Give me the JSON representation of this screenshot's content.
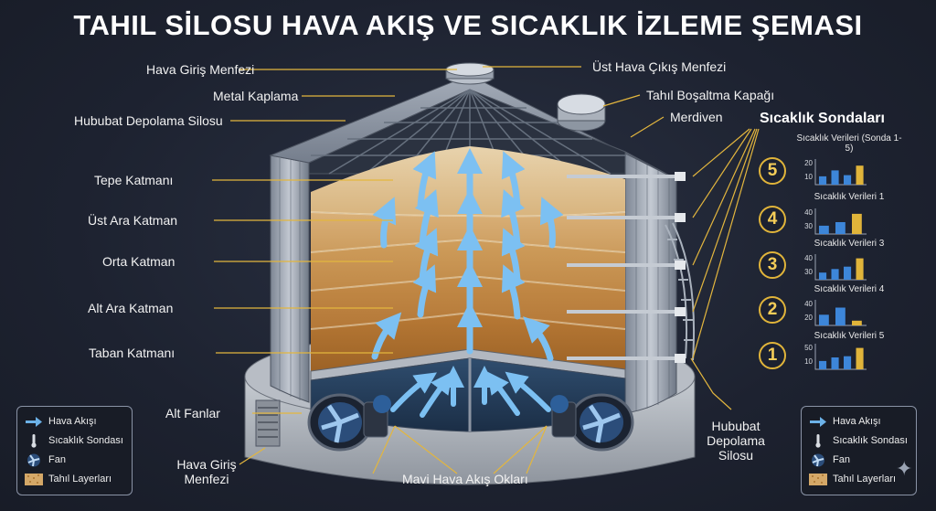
{
  "title": "TAHIL SİLOSU HAVA AKIŞ VE SICAKLIK İZLEME ŞEMASI",
  "labels": {
    "left": [
      "Hava Giriş Menfezi",
      "Metal Kaplama",
      "Hububat Depolama Silosu",
      "Tepe Katmanı",
      "Üst Ara Katman",
      "Orta Katman",
      "Alt Ara Katman",
      "Taban Katmanı",
      "Alt Fanlar"
    ],
    "right": [
      "Üst Hava Çıkış Menfezi",
      "Tahıl Boşaltma Kapağı",
      "Merdiven"
    ],
    "bottom_left": "Hava Giriş Menfezi",
    "bottom_center": "Mavi Hava Akış Okları",
    "bottom_right": "Hububat Depolama Silosu"
  },
  "probes": {
    "title": "Sıcaklık Sondaları",
    "items": [
      {
        "number": "5",
        "label": "Sıcaklık Verileri (Sonda 1-5)",
        "ticks": [
          "20",
          "10"
        ],
        "values": [
          0.35,
          0.6,
          0.4,
          0.8
        ]
      },
      {
        "number": "4",
        "label": "Sıcaklık Verileri 1",
        "ticks": [
          "40",
          "30"
        ],
        "values": [
          0.35,
          0.5,
          0.85
        ]
      },
      {
        "number": "3",
        "label": "Sıcaklık Verileri 3",
        "ticks": [
          "40",
          "30"
        ],
        "values": [
          0.3,
          0.45,
          0.55,
          0.9
        ]
      },
      {
        "number": "2",
        "label": "Sıcaklık Verileri 4",
        "ticks": [
          "40",
          "20"
        ],
        "values": [
          0.45,
          0.75,
          0.2
        ]
      },
      {
        "number": "1",
        "label": "Sıcaklık Verileri 5",
        "ticks": [
          "50",
          "10"
        ],
        "values": [
          0.35,
          0.5,
          0.55,
          0.9
        ]
      }
    ]
  },
  "legend": [
    {
      "icon": "arrow-icon",
      "text": "Hava Akışı"
    },
    {
      "icon": "thermometer-icon",
      "text": "Sıcaklık Sondası"
    },
    {
      "icon": "fan-icon",
      "text": "Fan"
    },
    {
      "icon": "grain-icon",
      "text": "Tahıl Layerları"
    }
  ],
  "colors": {
    "grain_top": "#d9b784",
    "grain_bottom": "#a86a2c",
    "air": "#6cb2e8",
    "accent": "#e0b43a",
    "steel": "#8f98a6"
  }
}
